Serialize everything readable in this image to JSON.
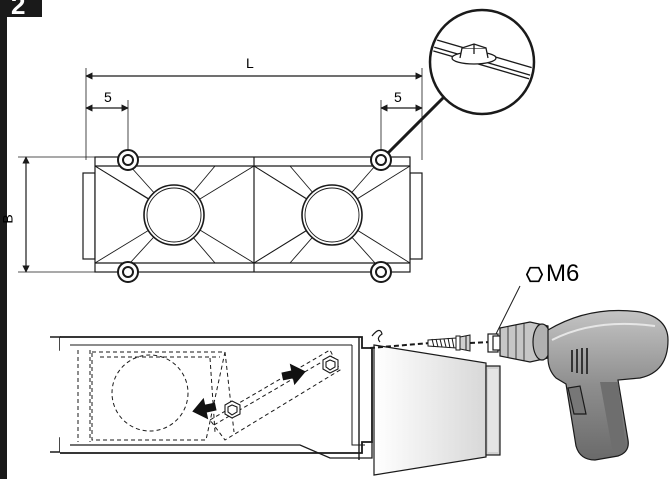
{
  "step": {
    "number": "2"
  },
  "dimensions": {
    "length": "L",
    "offset_left": "5",
    "offset_right": "5",
    "width": "B"
  },
  "screw": {
    "icon": "hex-nut-icon",
    "size": "M6"
  },
  "colors": {
    "ink": "#1a1a1a",
    "drill_body": "#9a9a9a",
    "drill_dark": "#555555",
    "arrow": "#111111"
  }
}
